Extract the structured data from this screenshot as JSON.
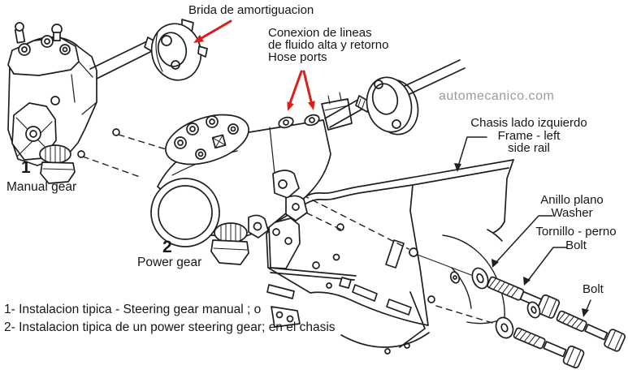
{
  "diagram": {
    "watermark": "automecanico.com",
    "labels": {
      "brida": "Brida de  amortiguacion",
      "conexion_l1": "Conexion de lineas",
      "conexion_l2": "de fluido alta y retorno",
      "conexion_l3": "Hose ports",
      "chasis_l1": "Chasis lado izquierdo",
      "chasis_l2": "Frame - left",
      "chasis_l3": "side rail",
      "anillo_l1": "Anillo plano",
      "anillo_l2": "Washer",
      "tornillo_l1": "Tornillo - perno",
      "tornillo_l2": "Bolt",
      "bolt2": "Bolt",
      "num1": "1",
      "manual_gear": "Manual gear",
      "num2": "2",
      "power_gear": "Power gear"
    },
    "footnotes": {
      "line1": "1- Instalacion tipica - Steering gear manual ; o",
      "line2": "2- Instalacion tipica de un power steering gear; en el chasis"
    },
    "colors": {
      "ink": "#1f1f1f",
      "arrow_red": "#dd1f1c",
      "watermark_gray": "#9b9b9b",
      "background": "#ffffff"
    }
  }
}
